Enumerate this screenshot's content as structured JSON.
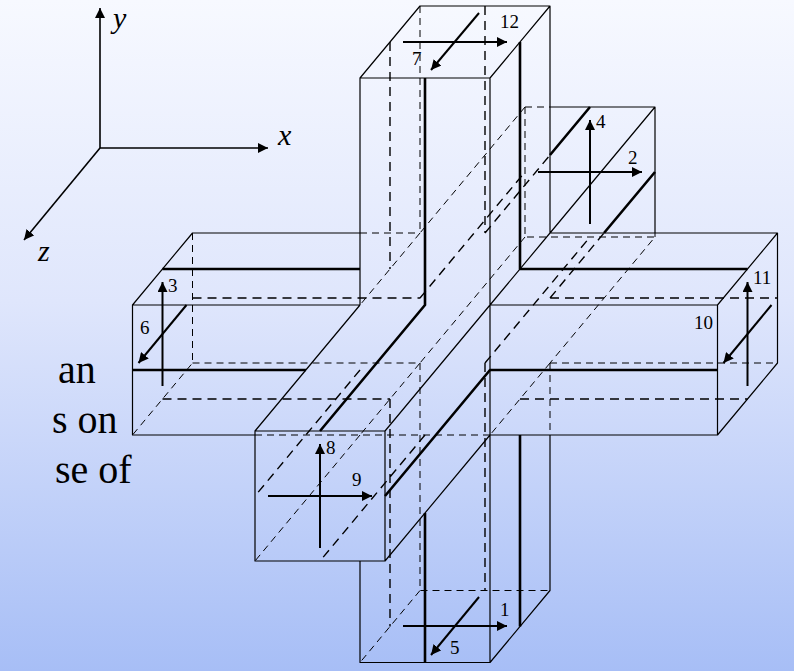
{
  "diagram": {
    "labels": [
      "y",
      "x",
      "z",
      "12",
      "7",
      "4",
      "2",
      "3",
      "6",
      "11",
      "10",
      "8",
      "9",
      "1",
      "5",
      "an",
      "s on",
      "se of"
    ]
  }
}
